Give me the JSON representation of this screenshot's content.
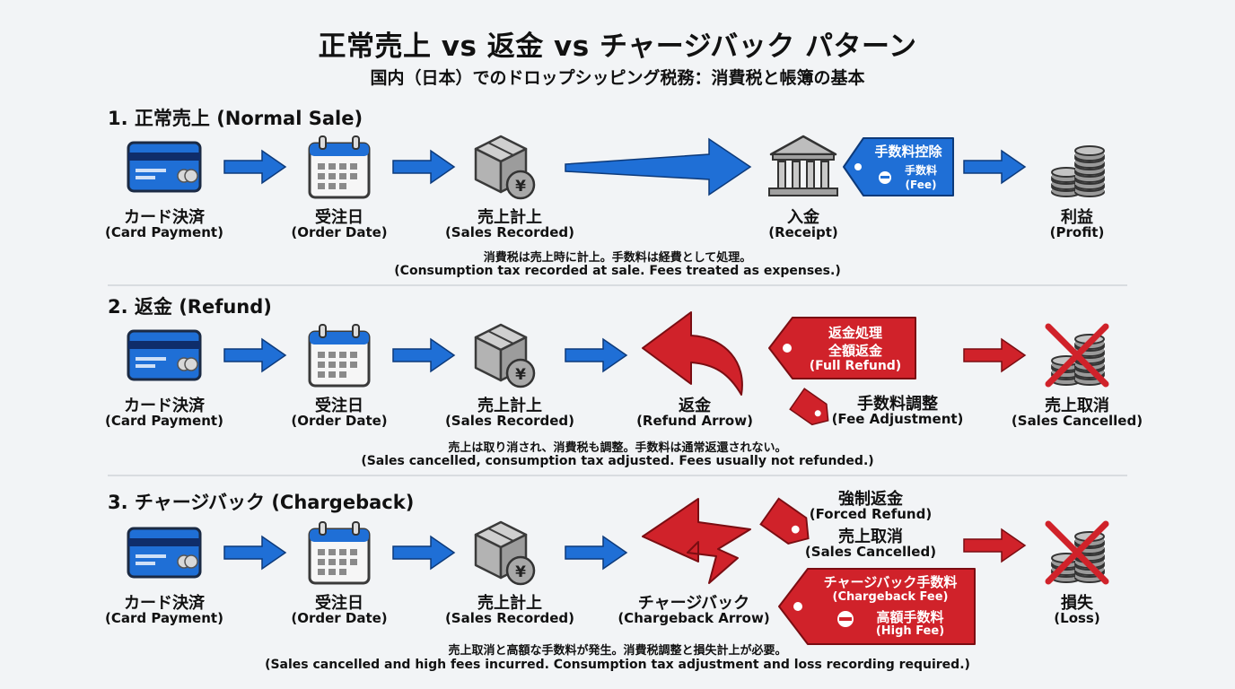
{
  "header": {
    "title": "正常売上 vs 返金 vs チャージバック パターン",
    "subtitle": "国内（日本）でのドロップシッピング税務：消費税と帳簿の基本"
  },
  "sections": [
    {
      "heading": "1. 正常売上 (Normal Sale)",
      "steps": [
        {
          "jp": "カード決済",
          "en": "(Card Payment)"
        },
        {
          "jp": "受注日",
          "en": "(Order Date)"
        },
        {
          "jp": "売上計上",
          "en": "(Sales Recorded)"
        },
        {
          "jp": "入金",
          "en": "(Receipt)"
        },
        {
          "jp": "利益",
          "en": "(Profit)"
        }
      ],
      "fee_tag": {
        "line1": "手数料控除",
        "line2": "手数料",
        "line3": "(Fee)"
      },
      "note_jp": "消費税は売上時に計上。手数料は経費として処理。",
      "note_en": "(Consumption tax recorded at sale. Fees treated as expenses.)"
    },
    {
      "heading": "2. 返金 (Refund)",
      "steps": [
        {
          "jp": "カード決済",
          "en": "(Card Payment)"
        },
        {
          "jp": "受注日",
          "en": "(Order Date)"
        },
        {
          "jp": "売上計上",
          "en": "(Sales Recorded)"
        },
        {
          "jp": "返金",
          "en": "(Refund Arrow)"
        },
        {
          "jp": "売上取消",
          "en": "(Sales Cancelled)"
        }
      ],
      "refund_tag": {
        "line1": "返金処理",
        "line2": "全額返金",
        "line3": "(Full Refund)"
      },
      "fee_label": {
        "jp": "手数料調整",
        "en": "(Fee Adjustment)"
      },
      "note_jp": "売上は取り消され、消費税も調整。手数料は通常返還されない。",
      "note_en": "(Sales cancelled, consumption tax adjusted. Fees usually not refunded.)"
    },
    {
      "heading": "3. チャージバック (Chargeback)",
      "steps": [
        {
          "jp": "カード決済",
          "en": "(Card Payment)"
        },
        {
          "jp": "受注日",
          "en": "(Order Date)"
        },
        {
          "jp": "売上計上",
          "en": "(Sales Recorded)"
        },
        {
          "jp": "チャージバック",
          "en": "(Chargeback Arrow)"
        },
        {
          "jp": "損失",
          "en": "(Loss)"
        }
      ],
      "forced": {
        "jp1": "強制返金",
        "en1": "(Forced Refund)",
        "jp2": "売上取消",
        "en2": "(Sales Cancelled)"
      },
      "cb_tag": {
        "line1": "チャージバック手数料",
        "line2": "(Chargeback Fee)",
        "line3": "高額手数料",
        "line4": "(High Fee)"
      },
      "note_jp": "売上取消と高額な手数料が発生。消費税調整と損失計上が必要。",
      "note_en": "(Sales cancelled and high fees incurred. Consumption tax adjustment and loss recording required.)"
    }
  ],
  "colors": {
    "blue": "#1f6fd6",
    "red": "#d0222a",
    "gray": "#a9a9a9",
    "background": "#f2f4f6"
  },
  "icons": [
    "credit-card-icon",
    "calendar-icon",
    "box-yen-icon",
    "bank-icon",
    "coins-icon",
    "coins-crossed-icon",
    "price-tag-icon"
  ]
}
